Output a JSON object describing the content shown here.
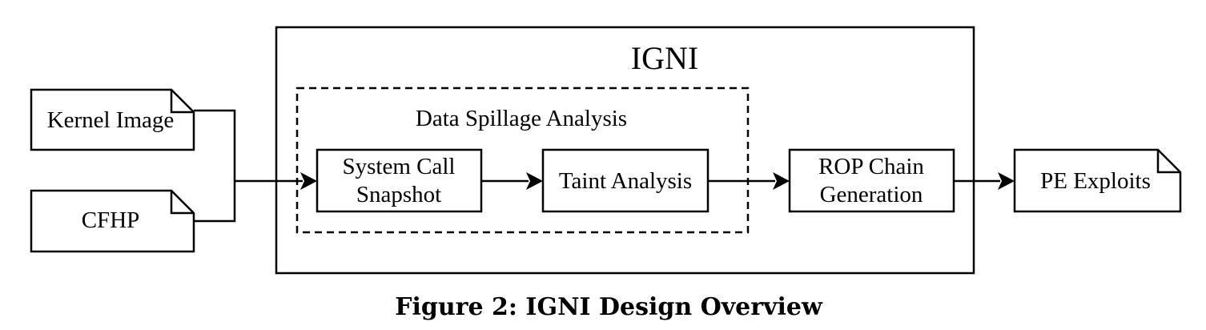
{
  "diagram": {
    "system": {
      "title": "IGNI"
    },
    "group": {
      "label": "Data Spillage Analysis"
    },
    "inputs": [
      {
        "id": "kernel-image",
        "label": "Kernel Image"
      },
      {
        "id": "cfhp",
        "label": "CFHP"
      }
    ],
    "stages": [
      {
        "id": "system-call-snapshot",
        "lines": [
          "System Call",
          "Snapshot"
        ]
      },
      {
        "id": "taint-analysis",
        "lines": [
          "Taint Analysis"
        ]
      },
      {
        "id": "rop-chain-generation",
        "lines": [
          "ROP Chain",
          "Generation"
        ]
      }
    ],
    "output": {
      "id": "pe-exploits",
      "label": "PE Exploits"
    },
    "edges": [
      {
        "from": "kernel-image",
        "to": "system-call-snapshot"
      },
      {
        "from": "cfhp",
        "to": "system-call-snapshot"
      },
      {
        "from": "system-call-snapshot",
        "to": "taint-analysis"
      },
      {
        "from": "taint-analysis",
        "to": "rop-chain-generation"
      },
      {
        "from": "rop-chain-generation",
        "to": "pe-exploits"
      }
    ]
  },
  "caption": "Figure 2: IGNI Design Overview"
}
